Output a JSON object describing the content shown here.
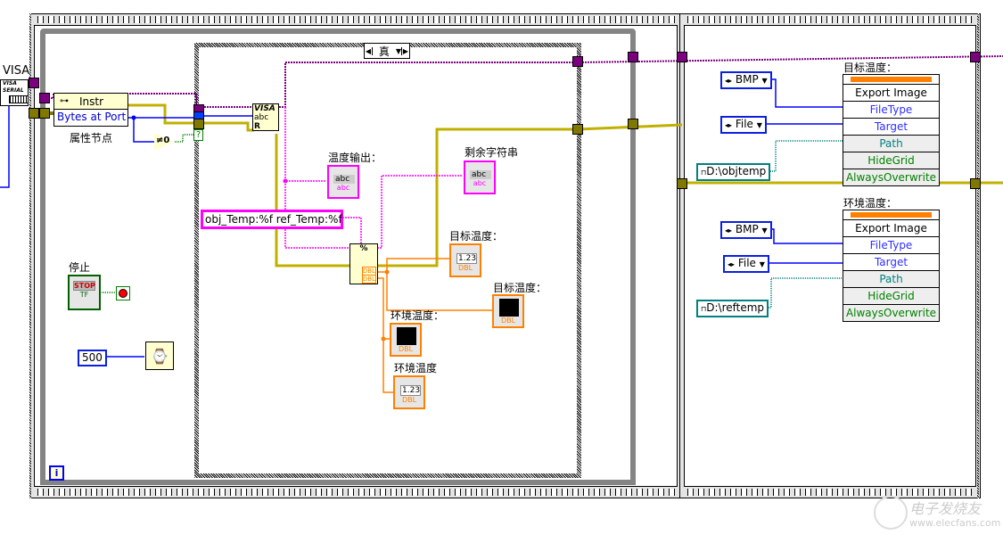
{
  "diagram": {
    "title_visa": "VISA",
    "visa_resource_icon_text": "VISA SERIAL",
    "property_node": {
      "class_label": "Instr",
      "property": "Bytes at Port",
      "caption": "属性节点"
    },
    "not_equal_zero_label": "≠0",
    "case_structure": {
      "selector_value": "真",
      "condition_terminal": "?"
    },
    "visa_read_icon": {
      "line1": "VISA",
      "line2": "abc",
      "line3": "R"
    },
    "indicators": {
      "temp_output": {
        "label": "温度输出：",
        "value": "abc",
        "type": "abc"
      },
      "remaining_string": {
        "label": "剩余字符串",
        "value": "abc",
        "type": "abc"
      },
      "target_temp_numeric": {
        "label": "目标温度：",
        "value": "1.23",
        "type": "DBL"
      },
      "target_temp_chart": {
        "label": "目标温度：",
        "type": "DBL"
      },
      "ambient_temp_chart": {
        "label": "环境温度：",
        "type": "DBL"
      },
      "ambient_temp_numeric": {
        "label": "环境温度",
        "value": "1.23",
        "type": "DBL"
      }
    },
    "format_string": "obj_Temp:%f ref_Temp:%f",
    "scan_node": {
      "glyph": "%",
      "out1": "DBL",
      "out2": "DBL"
    },
    "stop": {
      "label": "停止",
      "button_text": "STOP",
      "type": "TF"
    },
    "wait_constant": "500",
    "iteration_terminal": "i",
    "export_nodes": [
      {
        "caption": "目标温度：",
        "method": "Export Image",
        "filetype_const": "BMP",
        "target_const": "File",
        "path_const": "D:\\objtemp",
        "rows": [
          "FileType",
          "Target",
          "Path",
          "HideGrid",
          "AlwaysOverwrite"
        ]
      },
      {
        "caption": "环境温度：",
        "method": "Export Image",
        "filetype_const": "BMP",
        "target_const": "File",
        "path_const": "D:\\reftemp",
        "rows": [
          "FileType",
          "Target",
          "Path",
          "HideGrid",
          "AlwaysOverwrite"
        ]
      }
    ],
    "watermark": {
      "cn": "电子发烧友",
      "url": "www.elecfans.com"
    }
  },
  "colors": {
    "string_wire": "#ff00ff",
    "visa_wire": "#800080",
    "error_wire": "#c0b000",
    "numeric_wire": "#0000ff",
    "dbl_wire": "#ff8000",
    "bool_wire": "#008000",
    "path_wire": "#008080"
  }
}
